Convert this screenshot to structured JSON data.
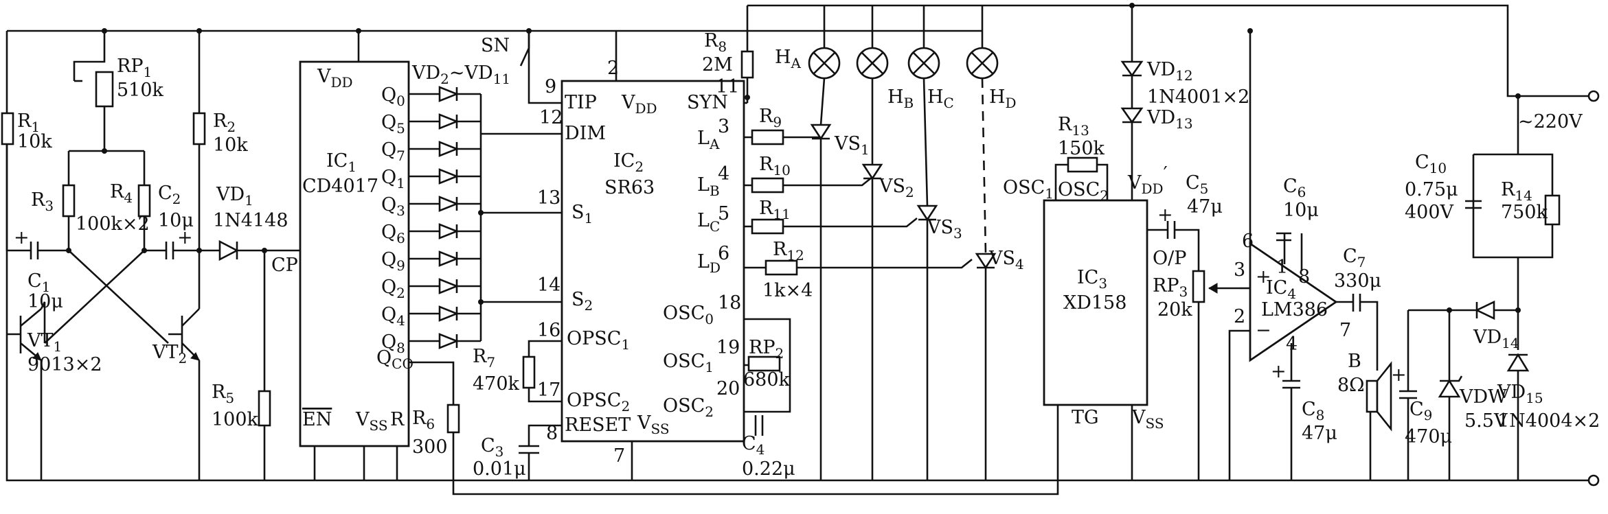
{
  "supply": {
    "voltage": "~220V"
  },
  "ics": {
    "ic1": {
      "ref": "IC",
      "sub": "1",
      "part": "CD4017",
      "pins": {
        "vdd": "V",
        "vdd_sub": "DD",
        "cp": "CP",
        "en": "EN",
        "vss": "V",
        "vss_sub": "SS",
        "r": "R",
        "qco": "Q",
        "qco_sub": "CO"
      },
      "outputs": [
        {
          "q": "Q",
          "sub": "0"
        },
        {
          "q": "Q",
          "sub": "5"
        },
        {
          "q": "Q",
          "sub": "7"
        },
        {
          "q": "Q",
          "sub": "1"
        },
        {
          "q": "Q",
          "sub": "3"
        },
        {
          "q": "Q",
          "sub": "6"
        },
        {
          "q": "Q",
          "sub": "9"
        },
        {
          "q": "Q",
          "sub": "2"
        },
        {
          "q": "Q",
          "sub": "4"
        },
        {
          "q": "Q",
          "sub": "8"
        }
      ]
    },
    "ic2": {
      "ref": "IC",
      "sub": "2",
      "part": "SR63",
      "pins": {
        "tip": "TIP",
        "vdd": "V",
        "vdd_sub": "DD",
        "syn": "SYN",
        "dim": "DIM",
        "s1": "S",
        "s1_sub": "1",
        "s2": "S",
        "s2_sub": "2",
        "opsc1": "OPSC",
        "opsc1_sub": "1",
        "opsc2": "OPSC",
        "opsc2_sub": "2",
        "reset": "RESET",
        "vss": "V",
        "vss_sub": "SS",
        "la": "L",
        "la_sub": "A",
        "lb": "L",
        "lb_sub": "B",
        "lc": "L",
        "lc_sub": "C",
        "ld": "L",
        "ld_sub": "D",
        "osc0": "OSC",
        "osc0_sub": "0",
        "osc1": "OSC",
        "osc1_sub": "1",
        "osc2": "OSC",
        "osc2_sub": "2"
      },
      "pin_numbers": {
        "tip": "9",
        "vdd": "2",
        "syn": "11",
        "dim": "12",
        "s1": "13",
        "s2": "14",
        "opsc1": "16",
        "opsc2": "17",
        "reset": "8",
        "vss": "7",
        "la": "3",
        "lb": "4",
        "lc": "5",
        "ld": "6",
        "osc0": "18",
        "osc1": "19",
        "osc2": "20"
      }
    },
    "ic3": {
      "ref": "IC",
      "sub": "3",
      "part": "XD158",
      "pins": {
        "osc1": "OSC",
        "osc1_sub": "1",
        "osc2": "OSC",
        "osc2_sub": "2",
        "vdd": "V",
        "vdd_sub": "DD",
        "vdd_sup": "′",
        "op": "O/P",
        "tg": "TG",
        "vss": "V",
        "vss_sub": "SS"
      }
    },
    "ic4": {
      "ref": "IC",
      "sub": "4",
      "part": "LM386",
      "pin_numbers": {
        "p6": "6",
        "p1": "1",
        "p8": "8",
        "p3": "3",
        "p2": "2",
        "p4": "4",
        "p7": "7"
      },
      "plus": "+",
      "minus": "−"
    }
  },
  "resistors": {
    "r1": {
      "ref": "R",
      "sub": "1",
      "value": "10k"
    },
    "rp1": {
      "ref": "RP",
      "sub": "1",
      "value": "510k"
    },
    "r2": {
      "ref": "R",
      "sub": "2",
      "value": "10k"
    },
    "r3": {
      "ref": "R",
      "sub": "3"
    },
    "r4": {
      "ref": "R",
      "sub": "4",
      "value": "100k×2"
    },
    "r5": {
      "ref": "R",
      "sub": "5",
      "value": "100k"
    },
    "r6": {
      "ref": "R",
      "sub": "6",
      "value": "300"
    },
    "r7": {
      "ref": "R",
      "sub": "7",
      "value": "470k"
    },
    "r8": {
      "ref": "R",
      "sub": "8",
      "value": "2M"
    },
    "r9": {
      "ref": "R",
      "sub": "9"
    },
    "r10": {
      "ref": "R",
      "sub": "10"
    },
    "r11": {
      "ref": "R",
      "sub": "11"
    },
    "r12": {
      "ref": "R",
      "sub": "12",
      "value": "1k×4"
    },
    "r13": {
      "ref": "R",
      "sub": "13",
      "value": "150k"
    },
    "r14": {
      "ref": "R",
      "sub": "14",
      "value": "750k"
    },
    "rp2": {
      "ref": "RP",
      "sub": "2",
      "value": "680k"
    },
    "rp3": {
      "ref": "RP",
      "sub": "3",
      "value": "20k"
    }
  },
  "capacitors": {
    "c1": {
      "ref": "C",
      "sub": "1",
      "value": "10μ"
    },
    "c2": {
      "ref": "C",
      "sub": "2",
      "value": "10μ"
    },
    "c3": {
      "ref": "C",
      "sub": "3",
      "value": "0.01μ"
    },
    "c4": {
      "ref": "C",
      "sub": "4",
      "value": "0.22μ"
    },
    "c5": {
      "ref": "C",
      "sub": "5",
      "value": "47μ"
    },
    "c6": {
      "ref": "C",
      "sub": "6",
      "value": "10μ"
    },
    "c7": {
      "ref": "C",
      "sub": "7",
      "value": "330μ"
    },
    "c8": {
      "ref": "C",
      "sub": "8",
      "value": "47μ"
    },
    "c9": {
      "ref": "C",
      "sub": "9",
      "value": "470μ"
    },
    "c10": {
      "ref": "C",
      "sub": "10",
      "value": "0.75μ",
      "value2": "400V"
    }
  },
  "semis": {
    "vt1": {
      "ref": "VT",
      "sub": "1",
      "value": "9013×2"
    },
    "vt2": {
      "ref": "VT",
      "sub": "2"
    },
    "vd1": {
      "ref": "VD",
      "sub": "1",
      "value": "1N4148"
    },
    "vd2_11": {
      "ref": "VD",
      "sub": "2",
      "ref2": "~VD",
      "sub2": "11"
    },
    "vd12": {
      "ref": "VD",
      "sub": "12",
      "value": "1N4001×2"
    },
    "vd13": {
      "ref": "VD",
      "sub": "13"
    },
    "vd14": {
      "ref": "VD",
      "sub": "14"
    },
    "vd15": {
      "ref": "VD",
      "sub": "15",
      "value": "1N4004×2"
    },
    "vdw": {
      "ref": "VDW",
      "value": "5.5V"
    },
    "vs1": {
      "ref": "VS",
      "sub": "1"
    },
    "vs2": {
      "ref": "VS",
      "sub": "2"
    },
    "vs3": {
      "ref": "VS",
      "sub": "3"
    },
    "vs4": {
      "ref": "VS",
      "sub": "4"
    }
  },
  "lamps": {
    "ha": {
      "ref": "H",
      "sub": "A"
    },
    "hb": {
      "ref": "H",
      "sub": "B"
    },
    "hc": {
      "ref": "H",
      "sub": "C"
    },
    "hd": {
      "ref": "H",
      "sub": "D"
    }
  },
  "misc": {
    "sn": "SN",
    "speaker": {
      "ref": "B",
      "value": "8Ω"
    },
    "cp_label": "CP"
  }
}
